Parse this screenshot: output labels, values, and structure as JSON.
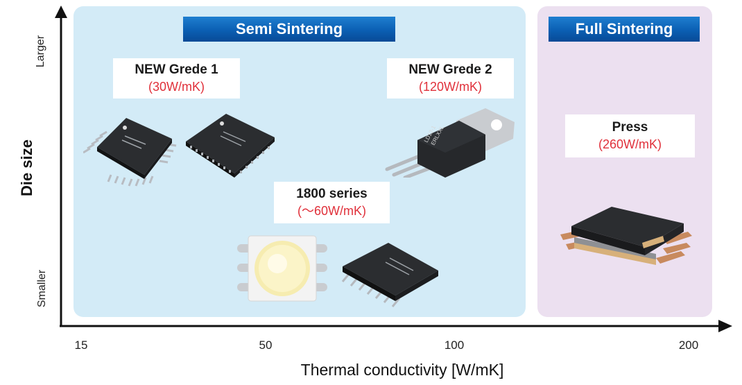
{
  "banners": {
    "semi": "Semi Sintering",
    "full": "Full Sintering"
  },
  "labels": {
    "grade1": {
      "title": "NEW Grede 1",
      "value": "(30W/mK)"
    },
    "grade2": {
      "title": "NEW Grede 2",
      "value": "(120W/mK)"
    },
    "series1800": {
      "title": "1800 series",
      "value": "(～60W/mK)"
    },
    "press": {
      "title": "Press",
      "value": "(260W/mK)"
    }
  },
  "axes": {
    "x_title": "Thermal conductivity [W/mK]",
    "y_title": "Die size",
    "y_top": "Larger",
    "y_bottom": "Smaller",
    "x_ticks": [
      "15",
      "50",
      "100",
      "200"
    ],
    "chip_marking": {
      "line1": "LD12-1",
      "line2": "ERLXXL"
    }
  },
  "colors": {
    "semi_region": "#d3ebf7",
    "full_region": "#ece0f0",
    "banner": "#0b5fb3",
    "value_text": "#e0303a"
  }
}
